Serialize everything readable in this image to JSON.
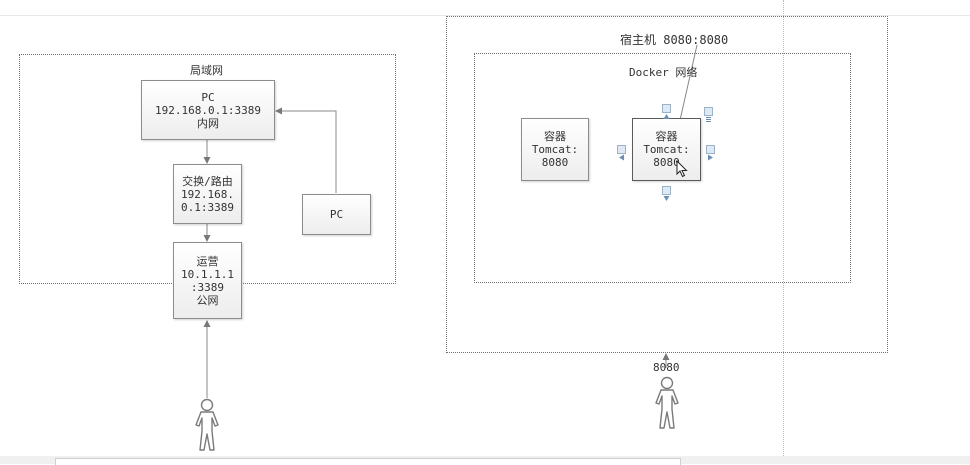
{
  "lan_group": {
    "label": "局域网"
  },
  "docker_host_group": {
    "label": "宿主机 8080:8080"
  },
  "docker_net_group": {
    "label": "Docker 网络"
  },
  "nodes": {
    "pc_internal": {
      "lines": [
        "PC",
        "192.168.0.1:3389",
        "内网"
      ]
    },
    "switch_router": {
      "lines": [
        "交换/路由",
        "192.168.",
        "0.1:3389"
      ]
    },
    "pc_remote": {
      "lines": [
        "PC"
      ]
    },
    "carrier": {
      "lines": [
        "运营",
        "10.1.1.1",
        ":3389",
        "公网"
      ]
    },
    "container_1": {
      "lines": [
        "容器",
        "Tomcat:",
        "8080"
      ]
    },
    "container_2": {
      "lines": [
        "容器",
        "Tomcat:",
        "8080"
      ]
    }
  },
  "port_label": "8080",
  "colors": {
    "edge": "#888888",
    "group_border": "#707070",
    "node_border": "#8c8c8c",
    "handle": "#dfe9f3",
    "handle_arrow": "#6b8fb3"
  },
  "icons": [
    "person-icon",
    "person-icon",
    "mouse-cursor-icon",
    "handle-arrow-icon"
  ]
}
